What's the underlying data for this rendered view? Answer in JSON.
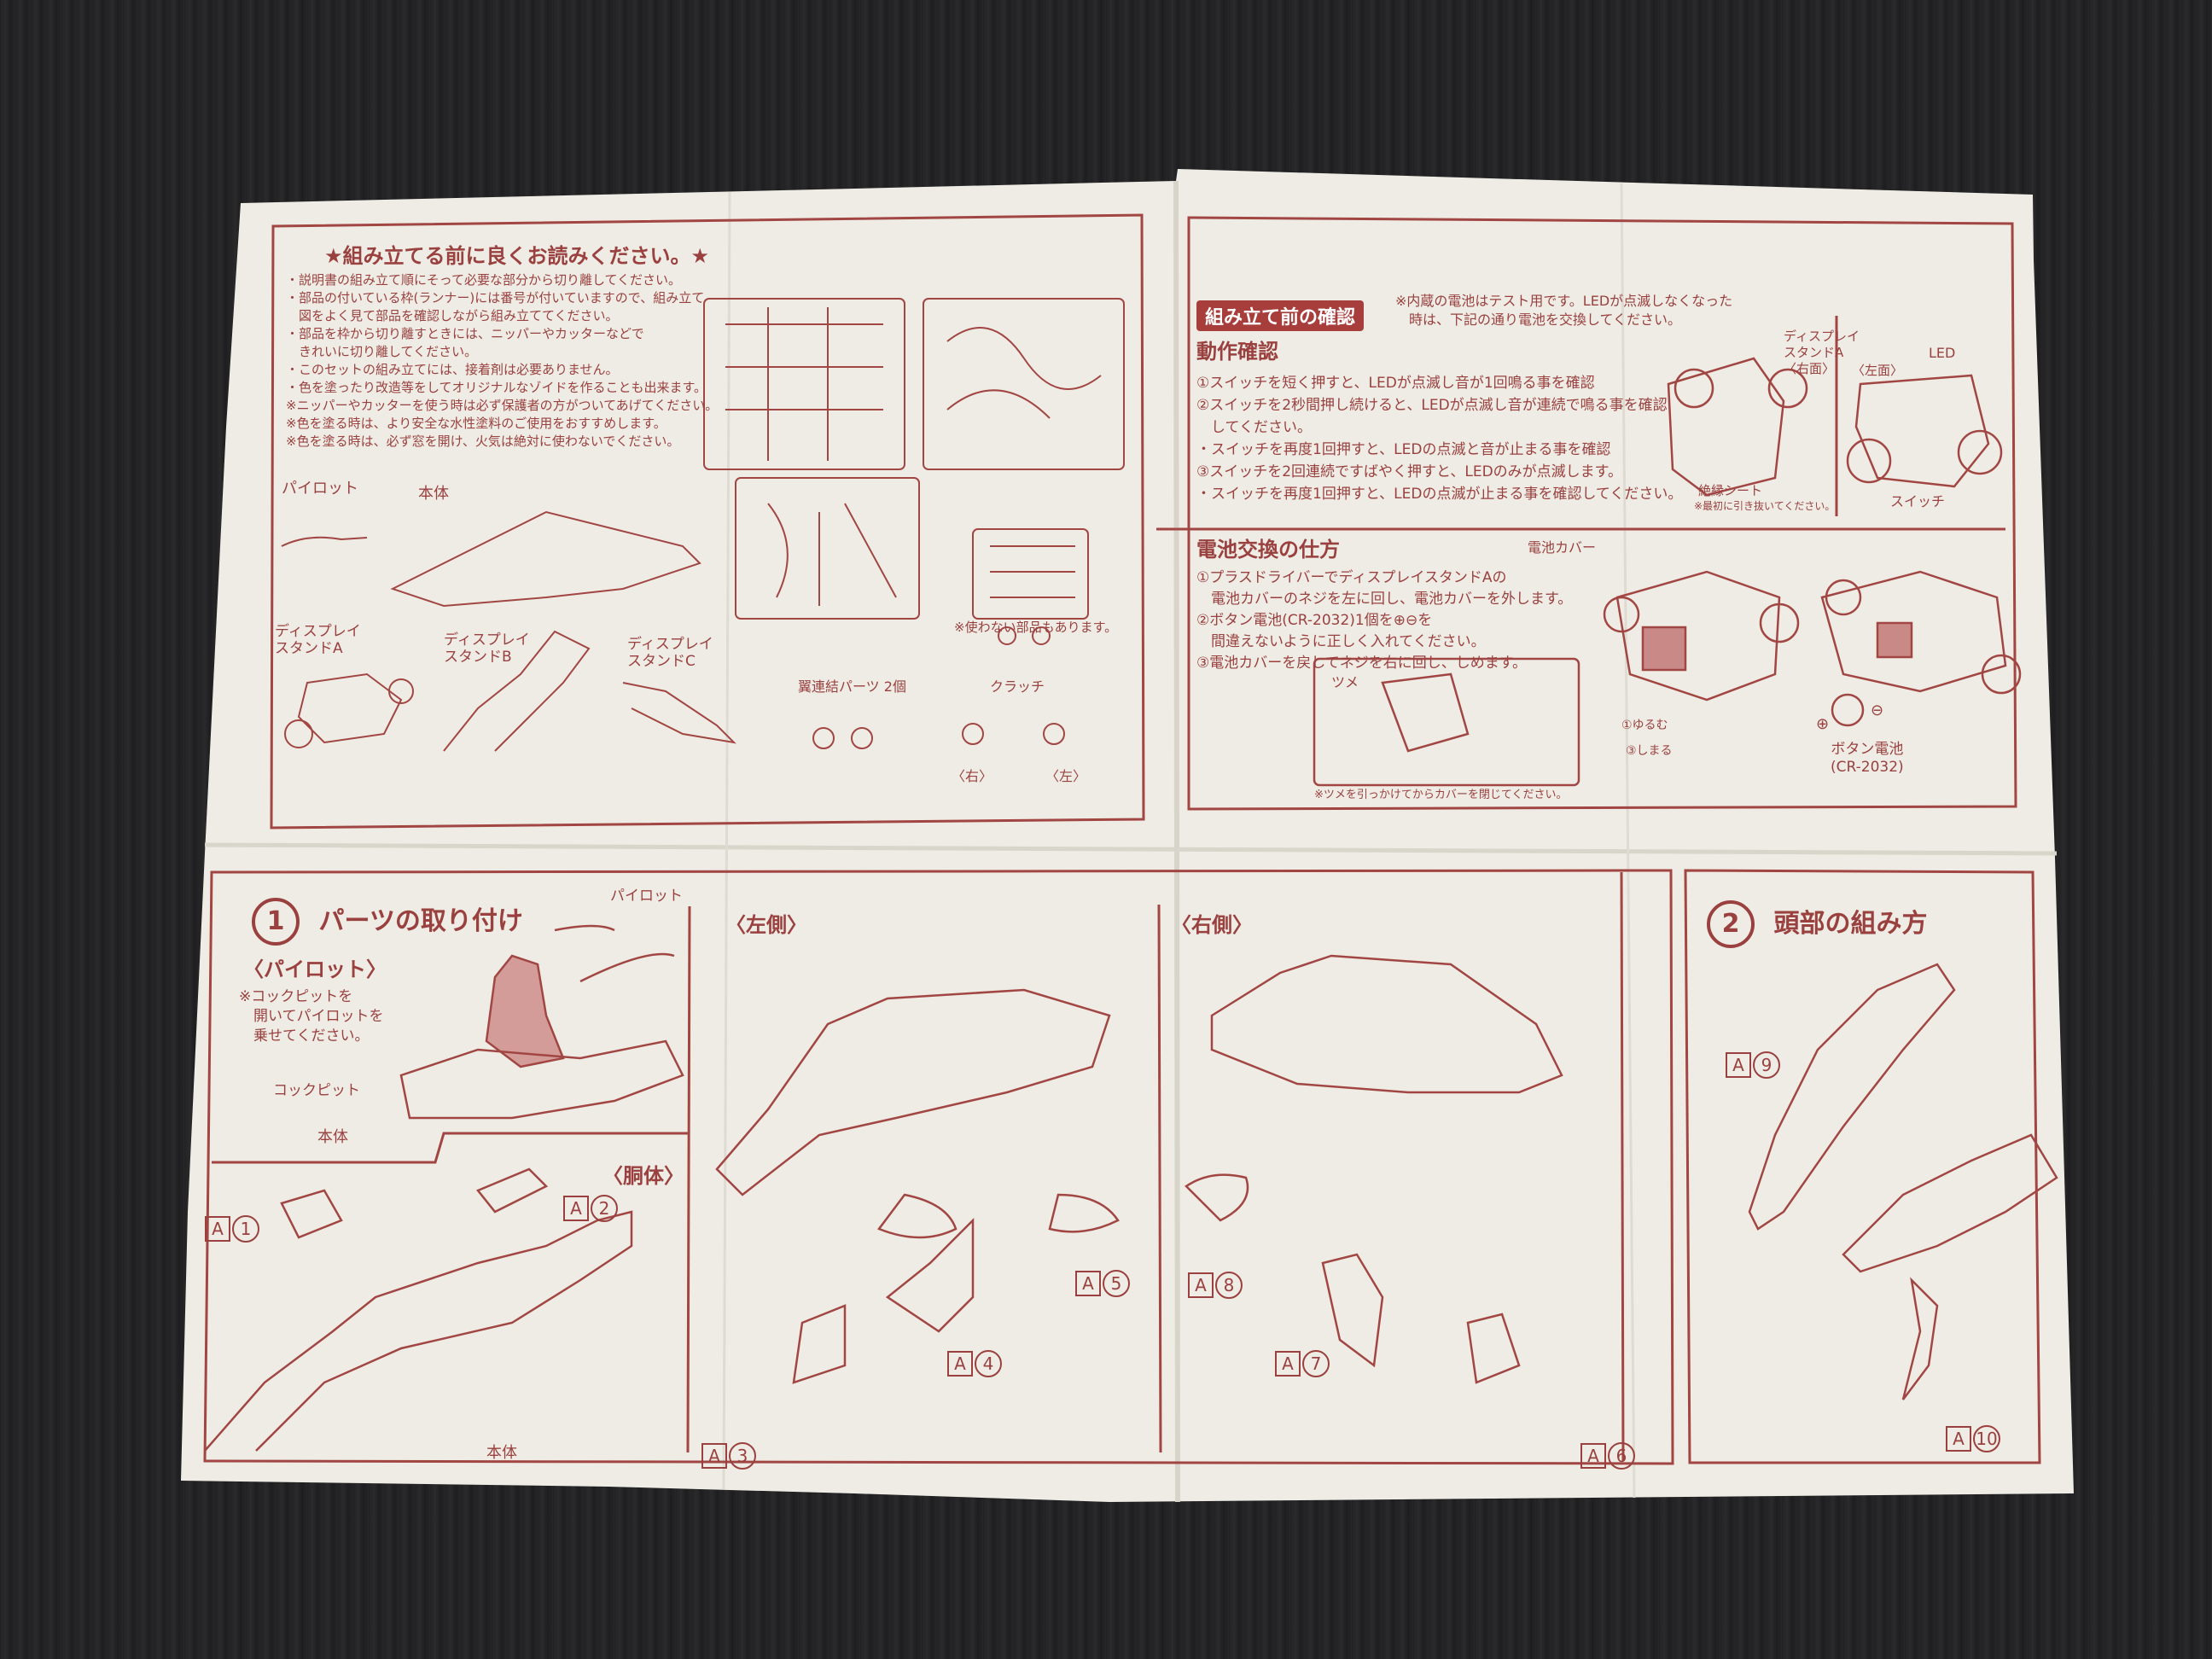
{
  "colors": {
    "ink": "#9a4140",
    "paper": "#eeece4",
    "background": "#1e1e20",
    "badge": "#a83e3c"
  },
  "top_left": {
    "heading": "★組み立てる前に良くお読みください。★",
    "notes": [
      "・説明書の組み立て順にそって必要な部分から切り離してください。",
      "・部品の付いている枠(ランナー)には番号が付いていますので、組み立て",
      "　図をよく見て部品を確認しながら組み立ててください。",
      "・部品を枠から切り離すときには、ニッパーやカッターなどで",
      "　きれいに切り離してください。",
      "・このセットの組み立てには、接着剤は必要ありません。",
      "・色を塗ったり改造等をしてオリジナルなゾイドを作ることも出来ます。",
      "※ニッパーやカッターを使う時は必ず保護者の方がついてあげてください。",
      "※色を塗る時は、より安全な水性塗料のご使用をおすすめします。",
      "※色を塗る時は、必ず窓を開け、火気は絶対に使わないでください。"
    ],
    "labels": {
      "pilot": "パイロット",
      "body": "本体",
      "standA": "ディスプレイ\nスタンドA",
      "standB": "ディスプレイ\nスタンドB",
      "standC": "ディスプレイ\nスタンドC"
    },
    "unused": "※使わない部品もあります。",
    "wing_parts": "翼連結パーツ 2個",
    "clutch": "クラッチ",
    "right": "〈右〉",
    "left": "〈左〉"
  },
  "top_right": {
    "badge": "組み立て前の確認",
    "note": "※内蔵の電池はテスト用です。LEDが点滅しなくなった\n　時は、下記の通り電池を交換してください。",
    "op_title": "動作確認",
    "op_steps": [
      "①スイッチを短く押すと、LEDが点滅し音が1回鳴る事を確認",
      "②スイッチを2秒間押し続けると、LEDが点滅し音が連続で鳴る事を確認",
      "　してください。",
      "・スイッチを再度1回押すと、LEDの点滅と音が止まる事を確認",
      "③スイッチを2回連続ですばやく押すと、LEDのみが点滅します。",
      "・スイッチを再度1回押すと、LEDの点滅が止まる事を確認してください。"
    ],
    "display_standA": "ディスプレイ\nスタンドA\n〈右面〉",
    "left_face": "〈左面〉",
    "led": "LED",
    "insulation": "絶縁シート",
    "insulation_note": "※最初に引き抜いてください。",
    "switch": "スイッチ",
    "battery_title": "電池交換の仕方",
    "battery_steps": [
      "①プラスドライバーでディスプレイスタンドAの",
      "　電池カバーのネジを左に回し、電池カバーを外します。",
      "②ボタン電池(CR-2032)1個を⊕⊖を",
      "　間違えないように正しく入れてください。",
      "③電池カバーを戻してネジを右に回し、しめます。"
    ],
    "battery_cover": "電池カバー",
    "tsume": "ツメ",
    "loosen": "①ゆるむ",
    "tighten": "③しまる",
    "button_battery": "ボタン電池\n(CR-2032)",
    "plus": "⊕",
    "minus": "⊖",
    "tsume_note": "※ツメを引っかけてからカバーを閉じてください。"
  },
  "step1": {
    "number": "1",
    "title": "パーツの取り付け",
    "pilot_sub": "〈パイロット〉",
    "pilot_note": "※コックピットを\n　開いてパイロットを\n　乗せてください。",
    "pilot_label": "パイロット",
    "cockpit": "コックピット",
    "body": "本体",
    "torso": "〈胴体〉",
    "body2": "本体",
    "left_side": "〈左側〉",
    "right_side": "〈右側〉",
    "parts": [
      "A1",
      "A2",
      "A3",
      "A4",
      "A5",
      "A6",
      "A7",
      "A8"
    ]
  },
  "step2": {
    "number": "2",
    "title": "頭部の組み方",
    "parts": [
      "A9",
      "A10"
    ]
  }
}
